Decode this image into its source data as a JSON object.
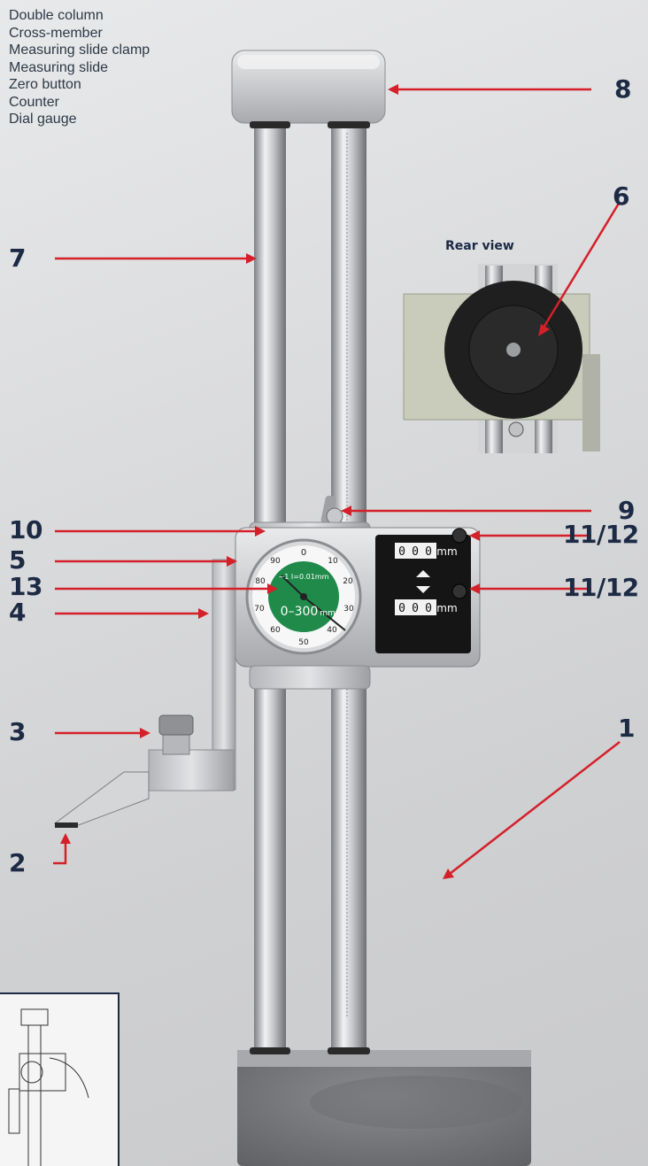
{
  "legend": {
    "items": [
      "Double column",
      "Cross-member",
      "Measuring slide clamp",
      "Measuring slide",
      "Zero button",
      "Counter",
      "Dial gauge"
    ]
  },
  "callouts": {
    "n1": "1",
    "n2": "2",
    "n3": "3",
    "n4": "4",
    "n5": "5",
    "n6": "6",
    "n7": "7",
    "n8": "8",
    "n9": "9",
    "n10": "10",
    "n11a": "11/12",
    "n11b": "11/12",
    "n13": "13"
  },
  "rear_view_label": "Rear view",
  "dial": {
    "resolution": "~1 I=0.01mm",
    "range": "0–300",
    "range_unit": "mm",
    "ticks": [
      "0",
      "10",
      "20",
      "30",
      "40",
      "50",
      "60",
      "70",
      "80",
      "90"
    ]
  },
  "counter": {
    "top": [
      "0",
      "0",
      "0"
    ],
    "bottom": [
      "0",
      "0",
      "0"
    ],
    "unit": "mm"
  },
  "colors": {
    "accent_red": "#d42029",
    "callout_navy": "#1c2a44",
    "dial_green": "#1f8a4a"
  }
}
